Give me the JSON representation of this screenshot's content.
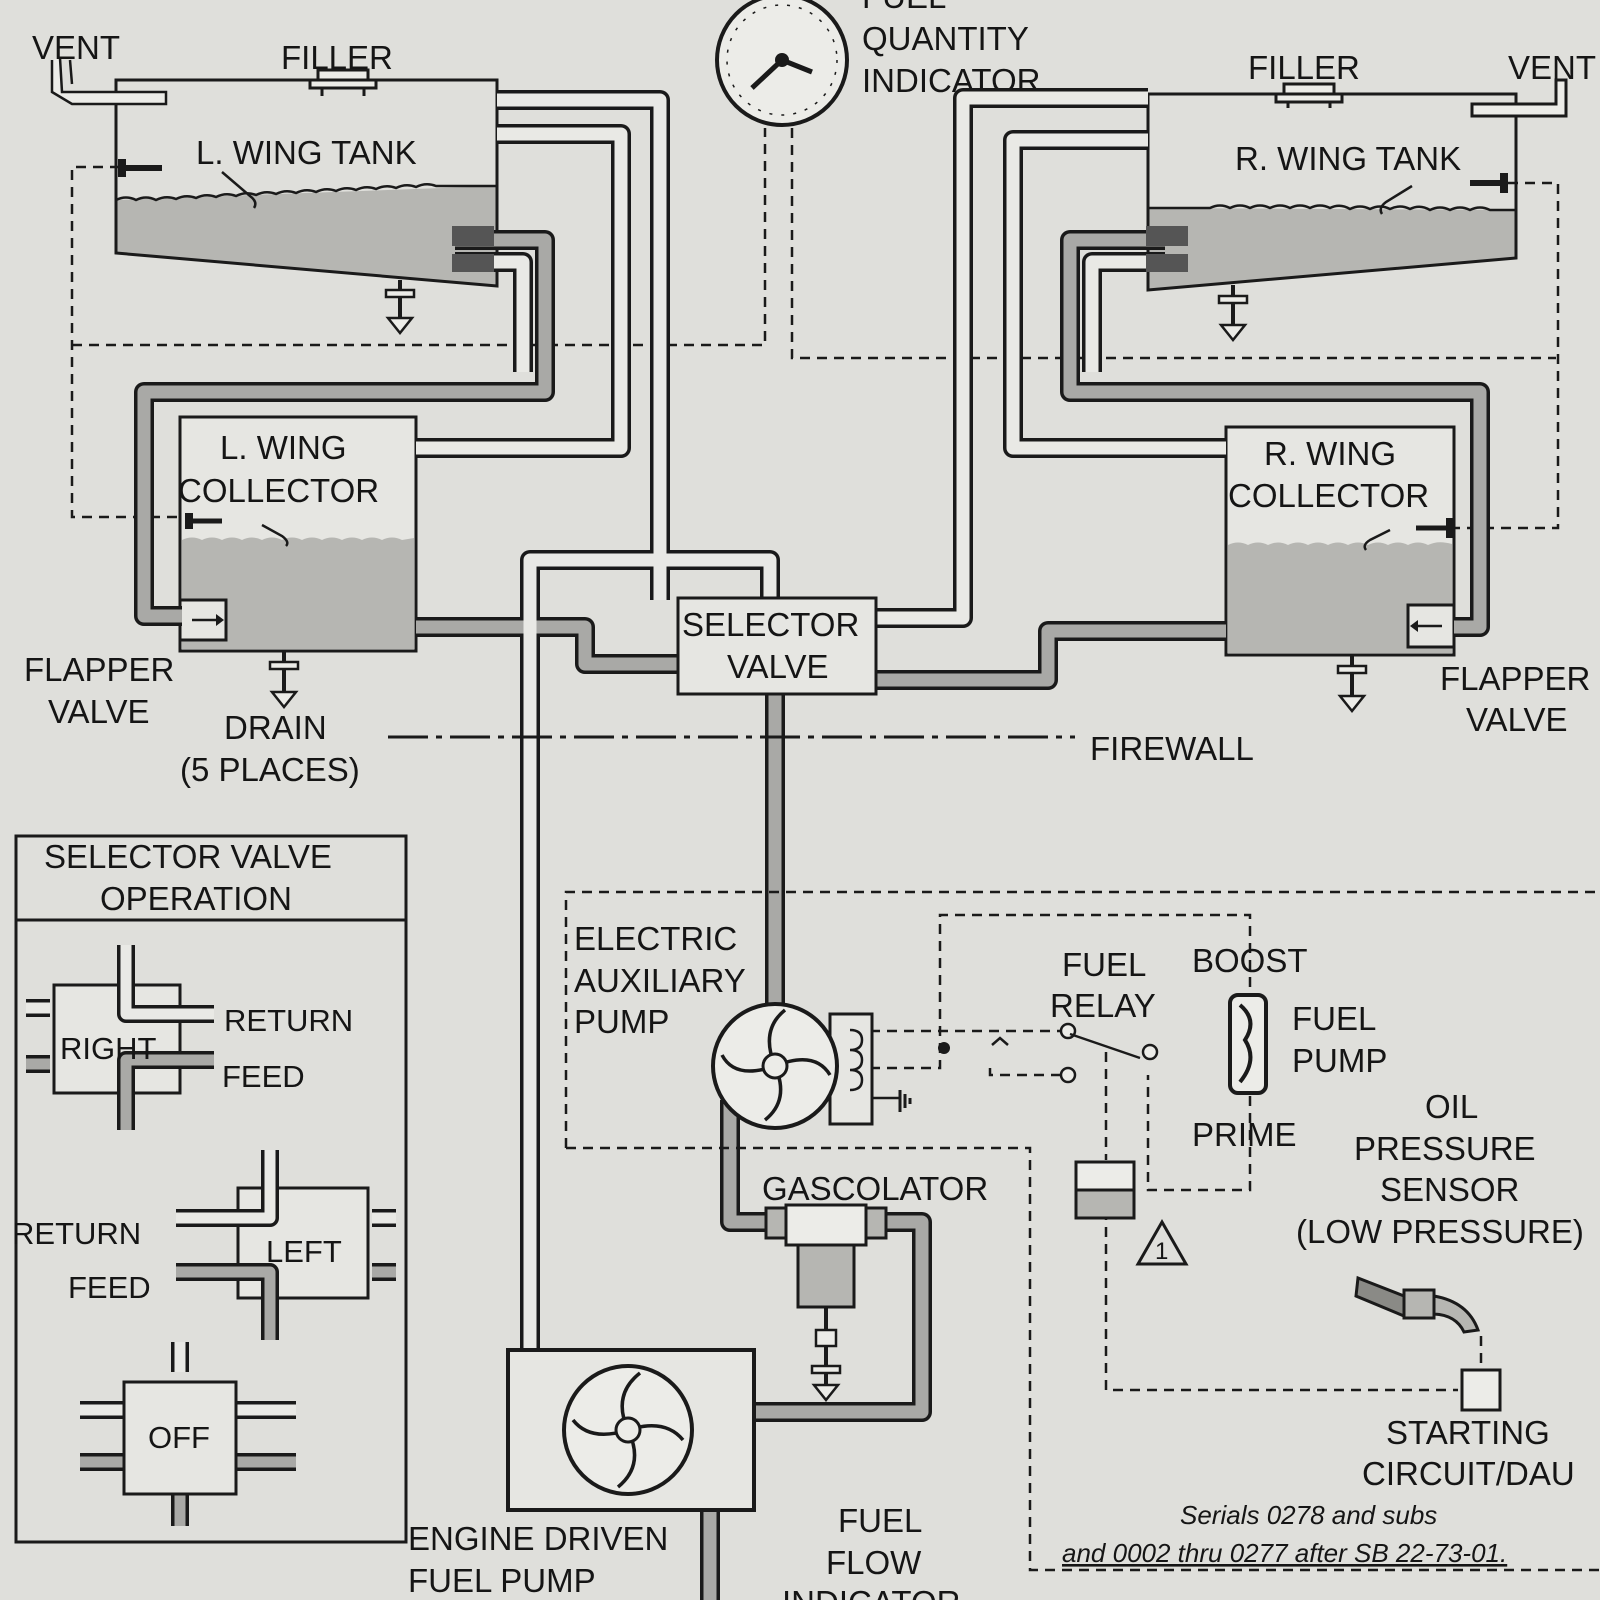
{
  "labels": {
    "vent_left": "VENT",
    "filler_left": "FILLER",
    "fuel_quantity_indicator": [
      "FUEL",
      "QUANTITY",
      "INDICATOR"
    ],
    "filler_right": "FILLER",
    "vent_right": "VENT",
    "l_wing_tank": "L. WING TANK",
    "r_wing_tank": "R. WING TANK",
    "l_wing_collector": [
      "L. WING",
      "COLLECTOR"
    ],
    "r_wing_collector": [
      "R. WING",
      "COLLECTOR"
    ],
    "selector_valve": [
      "SELECTOR",
      "VALVE"
    ],
    "flapper_valve_left": [
      "FLAPPER",
      "VALVE"
    ],
    "flapper_valve_right": [
      "FLAPPER",
      "VALVE"
    ],
    "drain": [
      "DRAIN",
      "(5 PLACES)"
    ],
    "firewall": "FIREWALL",
    "electric_aux_pump": [
      "ELECTRIC",
      "AUXILIARY",
      "PUMP"
    ],
    "fuel_relay": [
      "FUEL",
      "RELAY"
    ],
    "boost": "BOOST",
    "fuel_pump": [
      "FUEL",
      "PUMP"
    ],
    "prime": "PRIME",
    "oil_pressure_sensor": [
      "OIL",
      "PRESSURE",
      "SENSOR",
      "(LOW PRESSURE)"
    ],
    "gascolator": "GASCOLATOR",
    "note_symbol": "1",
    "starting_circuit": [
      "STARTING",
      "CIRCUIT/DAU"
    ],
    "engine_driven_pump": [
      "ENGINE DRIVEN",
      "FUEL PUMP"
    ],
    "fuel_flow_indicator": [
      "FUEL",
      "FLOW",
      "INDICATOR"
    ],
    "serials_note": [
      "Serials 0278 and subs",
      "and 0002 thru 0277 after SB 22-73-01."
    ]
  },
  "legend": {
    "title": [
      "SELECTOR VALVE",
      "OPERATION"
    ],
    "right": "RIGHT",
    "left": "LEFT",
    "off": "OFF",
    "return": "RETURN",
    "feed": "FEED"
  }
}
